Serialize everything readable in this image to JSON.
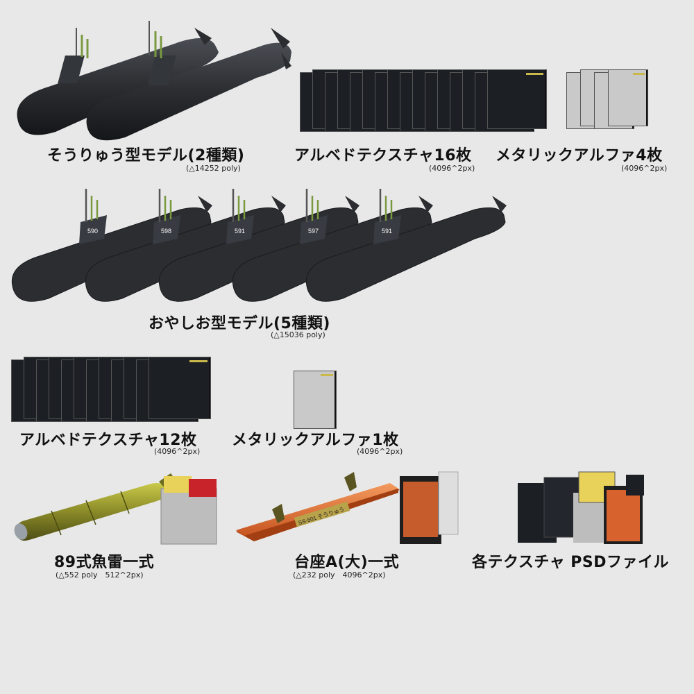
{
  "soryu": {
    "title": "そうりゅう型モデル(2種類)",
    "poly": "(△14252 poly)"
  },
  "soryu_albedo": {
    "title": "アルベドテクスチャ16枚",
    "size": "(4096^2px)",
    "count": 16
  },
  "soryu_metal": {
    "title": "メタリックアルファ4枚",
    "size": "(4096^2px)",
    "count": 4
  },
  "oyashio": {
    "title": "おやしお型モデル(5種類)",
    "poly": "(△15036 poly)",
    "hull_numbers": [
      "590",
      "598",
      "591",
      "597",
      "591"
    ]
  },
  "oyashio_albedo": {
    "title": "アルベドテクスチャ12枚",
    "size": "(4096^2px)",
    "count": 12
  },
  "oyashio_metal": {
    "title": "メタリックアルファ1枚",
    "size": "(4096^2px)",
    "count": 1
  },
  "torpedo": {
    "title": "89式魚雷一式",
    "info": "(△552 poly　512^2px)"
  },
  "stand": {
    "title": "台座A(大)一式",
    "info": "(△232 poly　4096^2px)",
    "plate_text": "SS-501 そうりゅう"
  },
  "psd": {
    "title": "各テクスチャ PSDファイル"
  },
  "colors": {
    "background": "#e8e8e8",
    "hull": "#2b2d31",
    "texture_dark": "#1c1f24",
    "texture_light": "#c9c9c9",
    "torpedo": "#8a8a28",
    "stand": "#e0703a"
  }
}
